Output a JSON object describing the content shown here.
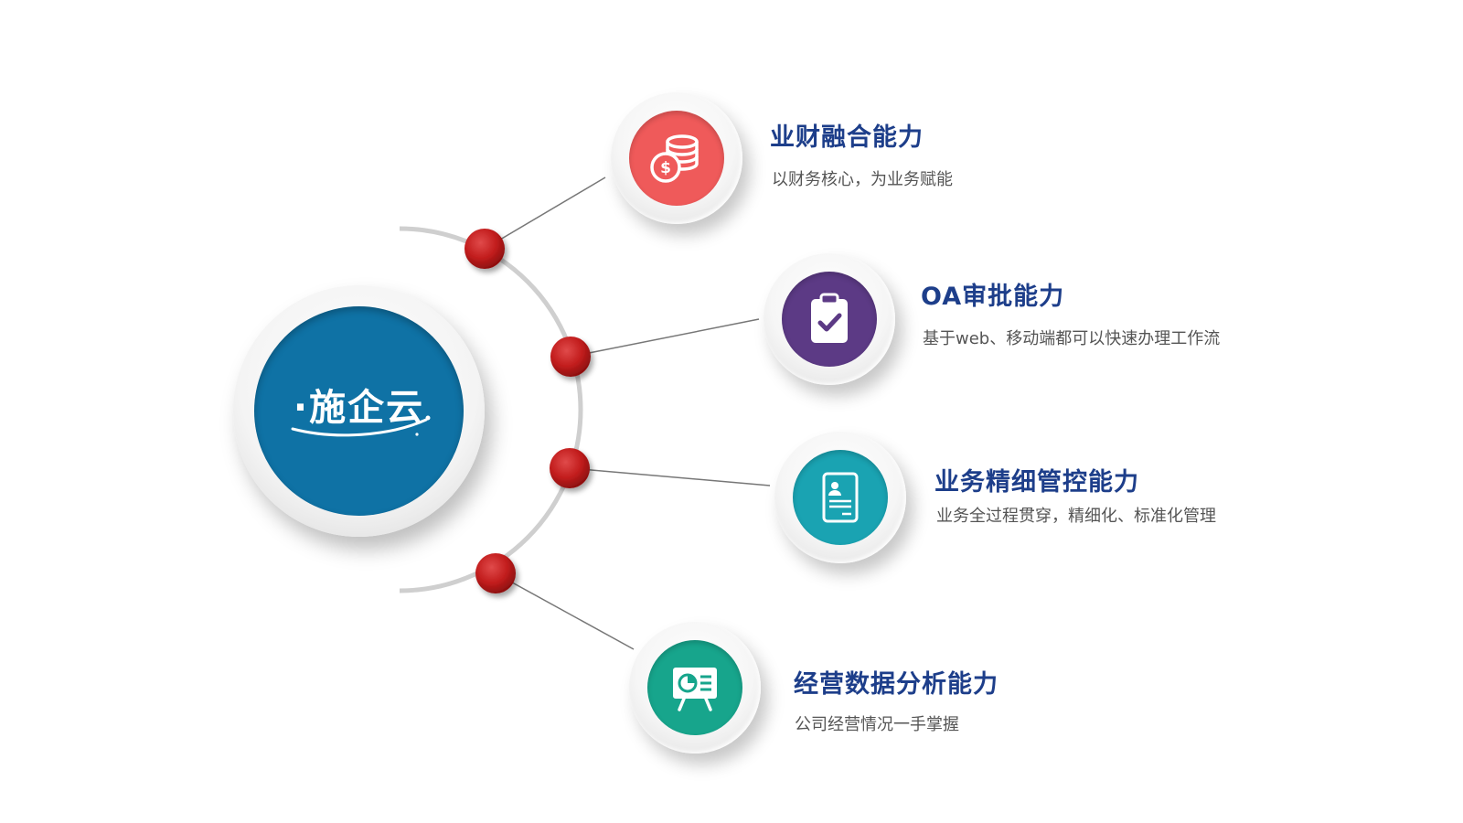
{
  "hub": {
    "brand": "·施企云",
    "brand_color": "#0f72a5"
  },
  "colors": {
    "title": "#1d3e8a",
    "node": "#b81c1c",
    "arc": "#cfcfcf"
  },
  "items": [
    {
      "title": "业财融合能力",
      "desc": "以财务核心，为业务赋能",
      "icon": "coins-icon",
      "color": "#ef5a5a"
    },
    {
      "title": "OA审批能力",
      "desc": "基于web、移动端都可以快速办理工作流",
      "icon": "clipboard-check-icon",
      "color": "#5c3a85"
    },
    {
      "title": "业务精细管控能力",
      "desc": "业务全过程贯穿，精细化、标准化管理",
      "icon": "document-user-icon",
      "color": "#1aa3b2"
    },
    {
      "title": "经营数据分析能力",
      "desc": "公司经营情况一手掌握",
      "icon": "presentation-chart-icon",
      "color": "#17a58c"
    }
  ]
}
